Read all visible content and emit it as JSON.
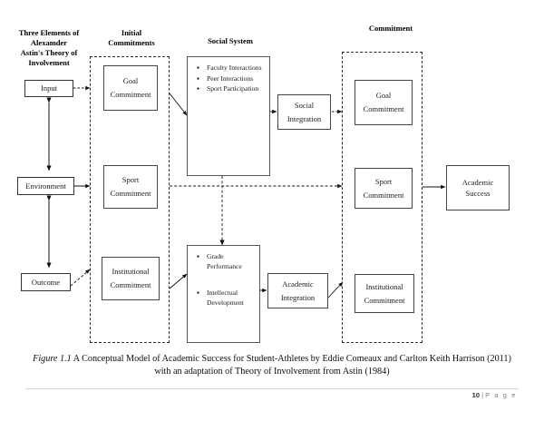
{
  "document": {
    "caption_label": "Figure 1.1",
    "caption_text": " A Conceptual Model of Academic Success for Student-Athletes by Eddie Comeaux and Carlton Keith Harrison (2011) with an adaptation of Theory of Involvement from Astin (1984)",
    "footer_page_number": "10",
    "footer_separator": "|",
    "footer_word": "P a g e"
  },
  "headers": {
    "left": "Three Elements of Alexamder Astin's Theory of Involvement",
    "left_lines": [
      "Three Elements of",
      "Alexamder",
      "Astin's Theory of",
      "Involvement"
    ],
    "initial_commitments": "Initial Commitments",
    "initial_commitments_lines": [
      "Initial",
      "Commitments"
    ],
    "social_system": "Social System",
    "commitment": "Commitment"
  },
  "left_column": {
    "input": "Input",
    "environment": "Environment",
    "outcome": "Outcome"
  },
  "initial_commitments": {
    "goal_lines": [
      "Goal",
      "Commitment"
    ],
    "sport_lines": [
      "Sport",
      "Commitment"
    ],
    "institutional_lines": [
      "Institutional",
      "Commitment"
    ]
  },
  "social_system": {
    "bullets": [
      "Faculty Interactions",
      "Peer Interactions",
      "Sport Participation"
    ],
    "integration_lines": [
      "Social",
      "Integration"
    ]
  },
  "academic_system": {
    "bullets": [
      "Grade Performance",
      "Intellectual Development"
    ],
    "integration_lines": [
      "Academic",
      "Integration"
    ]
  },
  "commitment": {
    "goal_lines": [
      "Goal",
      "Commitment"
    ],
    "sport_lines": [
      "Sport",
      "Commitment"
    ],
    "institutional_lines": [
      "Institutional",
      "Commitment"
    ]
  },
  "outcome_node": {
    "academic_success_lines": [
      "Academic",
      "Success"
    ]
  },
  "colors": {
    "box_border": "#444444",
    "dashed_border": "#2b2b2b",
    "text": "#1a1a1a",
    "page_background": "#ffffff",
    "footer_text": "#7d7d7d"
  }
}
